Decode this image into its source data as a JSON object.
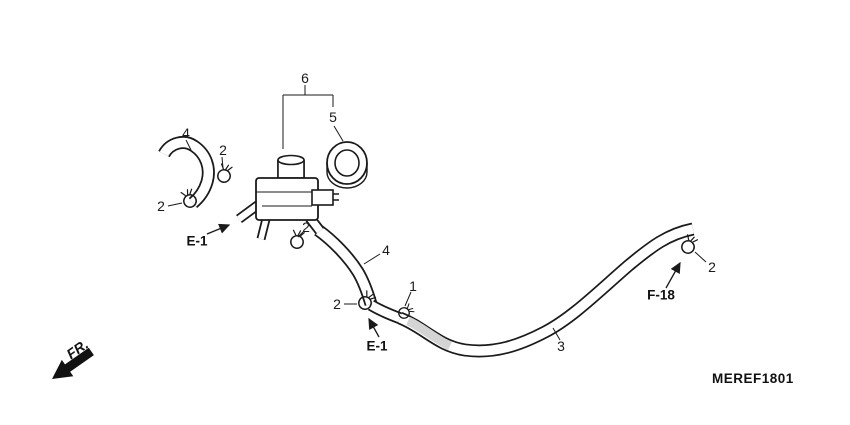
{
  "diagram": {
    "code": "MEREF1801",
    "fr_label": "FR.",
    "callouts": [
      {
        "label": "6"
      },
      {
        "label": "5"
      },
      {
        "label": "4"
      },
      {
        "label": "2"
      },
      {
        "label": "2"
      },
      {
        "label": "2"
      },
      {
        "label": "4"
      },
      {
        "label": "2"
      },
      {
        "label": "1"
      },
      {
        "label": "3"
      },
      {
        "label": "2"
      }
    ],
    "refs": [
      {
        "label": "E-1"
      },
      {
        "label": "E-1"
      },
      {
        "label": "F-18"
      }
    ],
    "colors": {
      "line": "#1a1a1a",
      "background": "#ffffff"
    }
  }
}
